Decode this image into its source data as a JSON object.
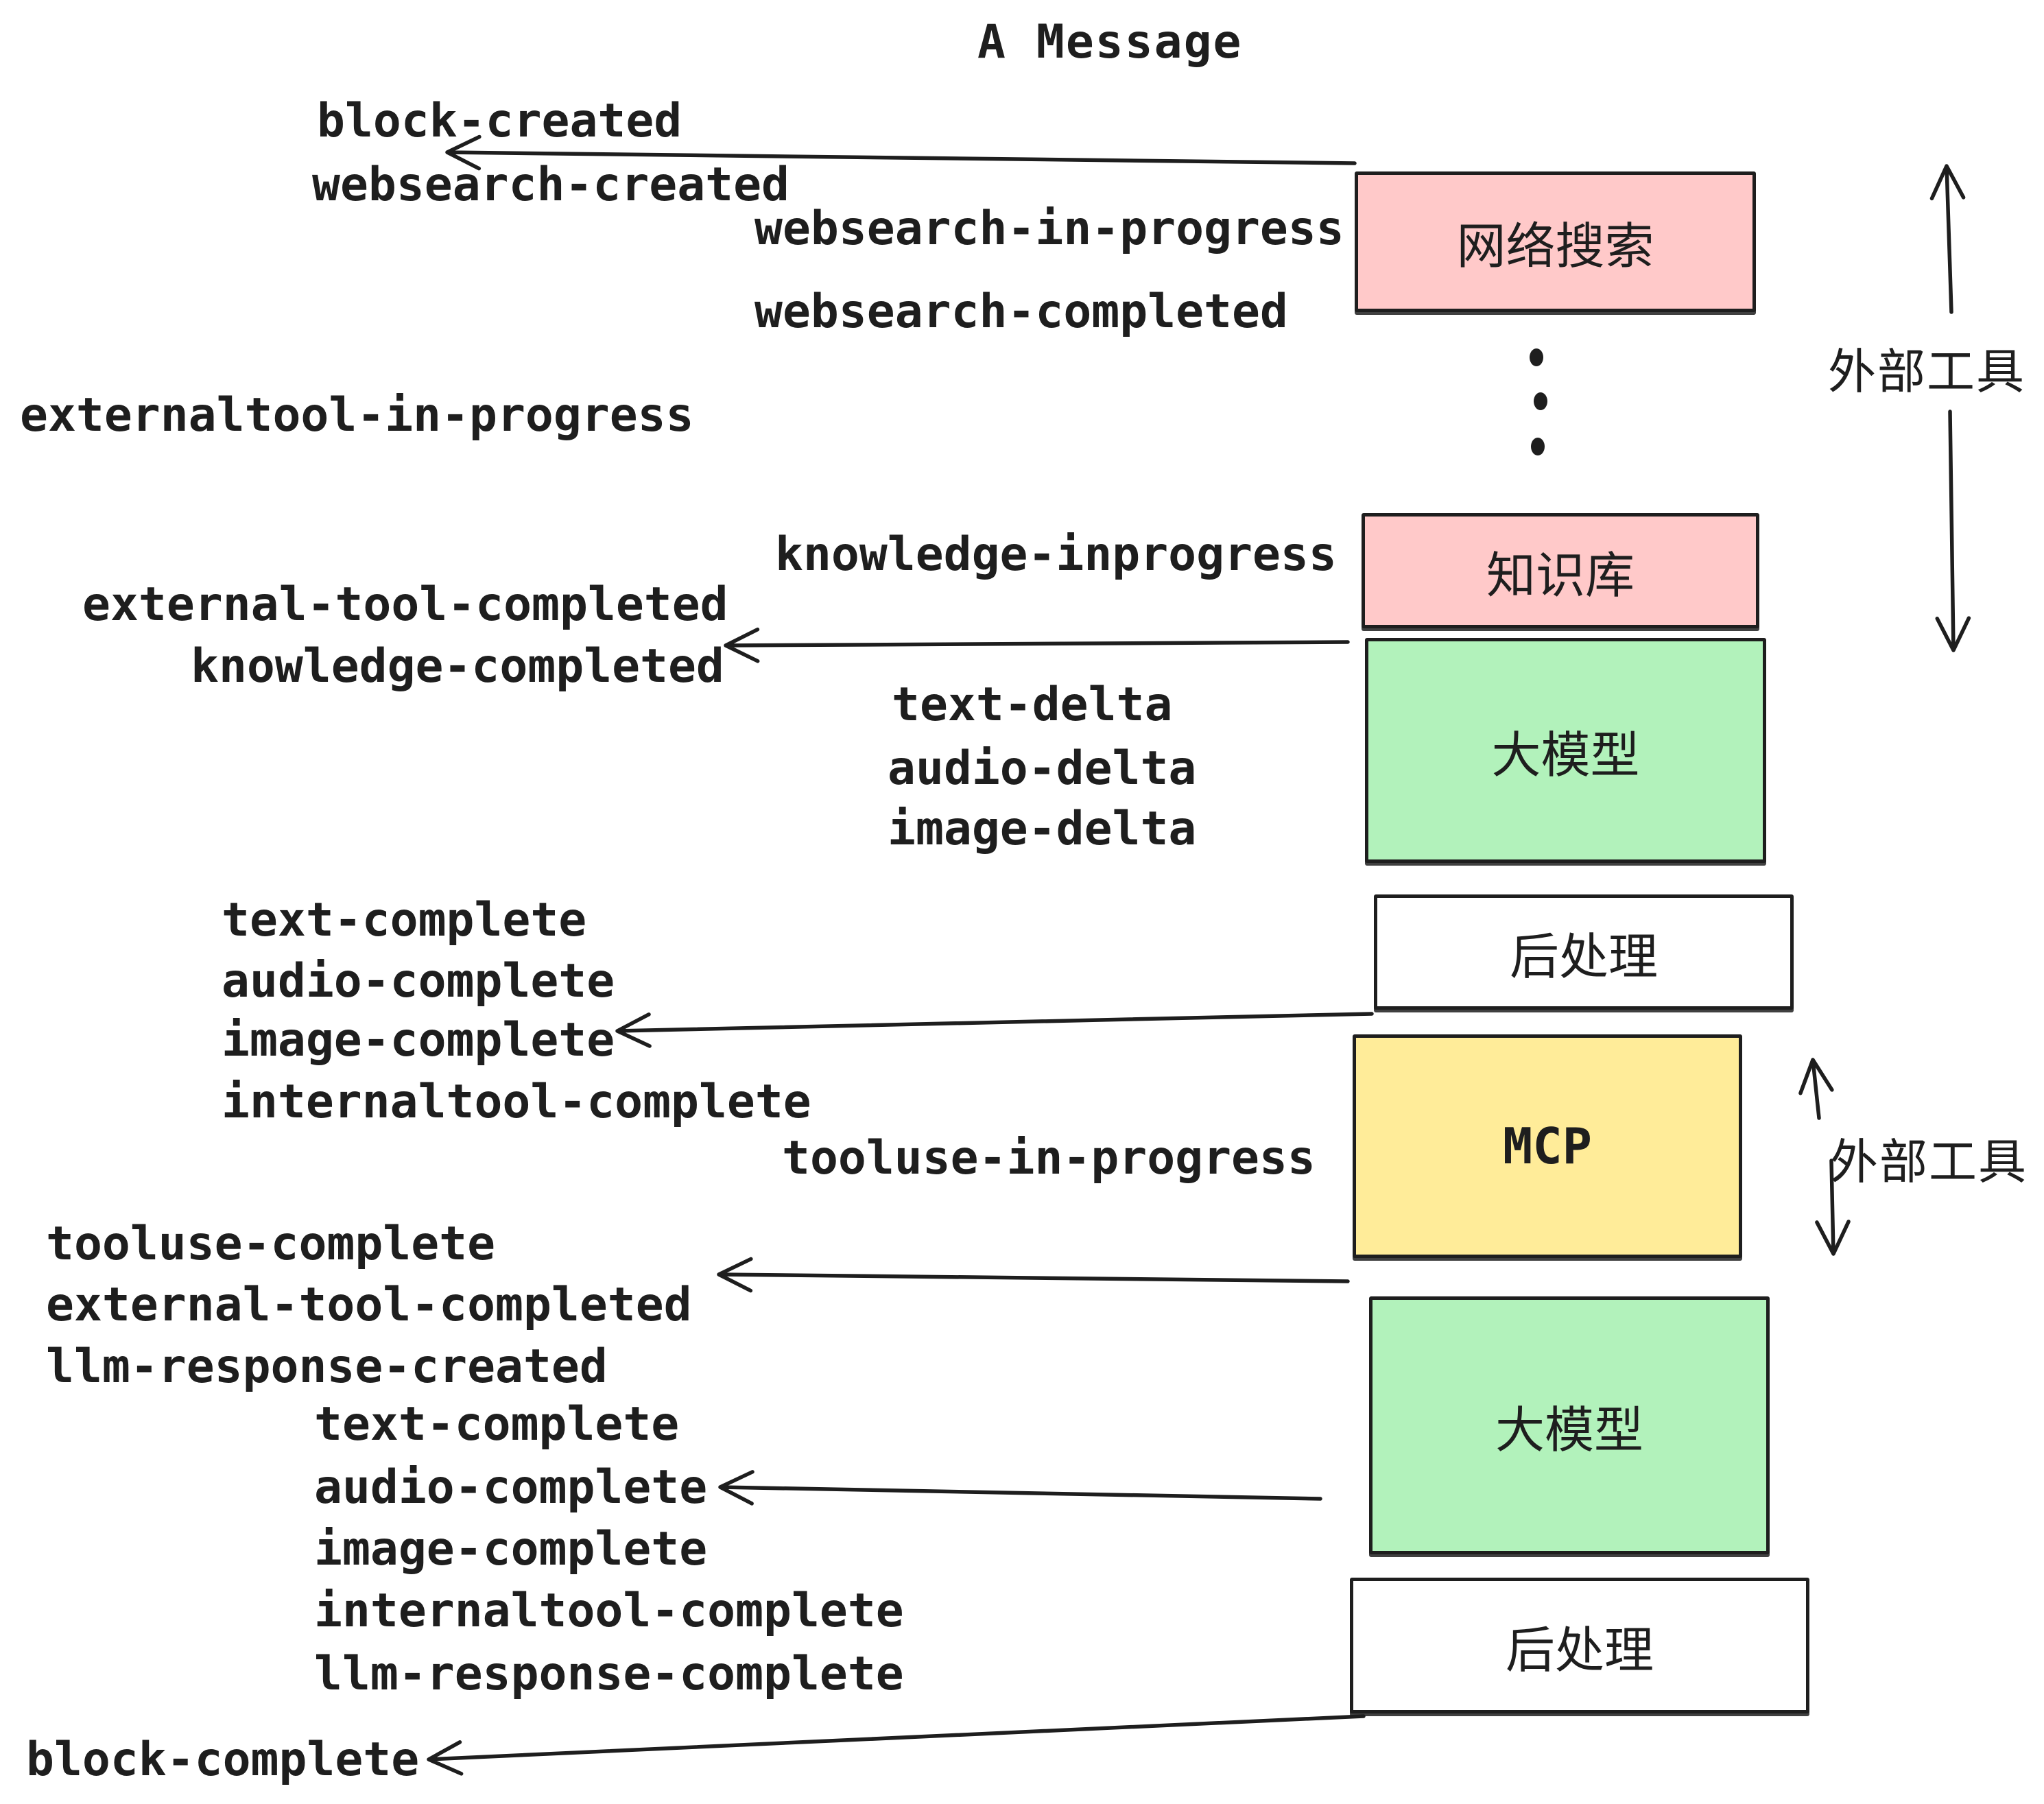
{
  "title": "A Message",
  "colors": {
    "stroke": "#1e1e1e",
    "pink": "#ffc9c9",
    "green": "#b2f2bb",
    "yellow": "#ffec99",
    "white": "#ffffff"
  },
  "boxes": [
    {
      "id": "websearch-box",
      "label": "网络搜索",
      "fill": "pink"
    },
    {
      "id": "knowledge-box",
      "label": "知识库",
      "fill": "pink"
    },
    {
      "id": "llm-box-1",
      "label": "大模型",
      "fill": "green"
    },
    {
      "id": "postprocess-box-1",
      "label": "后处理",
      "fill": "white"
    },
    {
      "id": "mcp-box",
      "label": "MCP",
      "fill": "yellow",
      "mono": true
    },
    {
      "id": "llm-box-2",
      "label": "大模型",
      "fill": "green"
    },
    {
      "id": "postprocess-box-2",
      "label": "后处理",
      "fill": "white"
    }
  ],
  "events": [
    {
      "id": "block-created",
      "text": "block-created"
    },
    {
      "id": "websearch-created",
      "text": "websearch-created"
    },
    {
      "id": "websearch-in-progress",
      "text": "websearch-in-progress"
    },
    {
      "id": "websearch-completed",
      "text": "websearch-completed"
    },
    {
      "id": "externaltool-in-progress",
      "text": "externaltool-in-progress"
    },
    {
      "id": "knowledge-inprogress",
      "text": "knowledge-inprogress"
    },
    {
      "id": "external-tool-completed",
      "text": "external-tool-completed"
    },
    {
      "id": "knowledge-completed",
      "text": "knowledge-completed"
    },
    {
      "id": "text-delta",
      "text": "text-delta"
    },
    {
      "id": "audio-delta",
      "text": "audio-delta"
    },
    {
      "id": "image-delta",
      "text": "image-delta"
    },
    {
      "id": "text-complete",
      "text": "text-complete"
    },
    {
      "id": "audio-complete",
      "text": "audio-complete"
    },
    {
      "id": "image-complete",
      "text": "image-complete"
    },
    {
      "id": "internaltool-complete",
      "text": "internaltool-complete"
    },
    {
      "id": "tooluse-in-progress",
      "text": "tooluse-in-progress"
    },
    {
      "id": "tooluse-complete",
      "text": "tooluse-complete"
    },
    {
      "id": "external-tool-completed-2",
      "text": "external-tool-completed"
    },
    {
      "id": "llm-response-created",
      "text": "llm-response-created"
    },
    {
      "id": "text-complete-2",
      "text": "text-complete"
    },
    {
      "id": "audio-complete-2",
      "text": "audio-complete"
    },
    {
      "id": "image-complete-2",
      "text": "image-complete"
    },
    {
      "id": "internaltool-complete-2",
      "text": "internaltool-complete"
    },
    {
      "id": "llm-response-complete",
      "text": "llm-response-complete"
    },
    {
      "id": "block-complete",
      "text": "block-complete"
    }
  ],
  "side_labels": [
    {
      "id": "external-tools-label-1",
      "text": "外部工具"
    },
    {
      "id": "external-tools-label-2",
      "text": "外部工具"
    }
  ]
}
